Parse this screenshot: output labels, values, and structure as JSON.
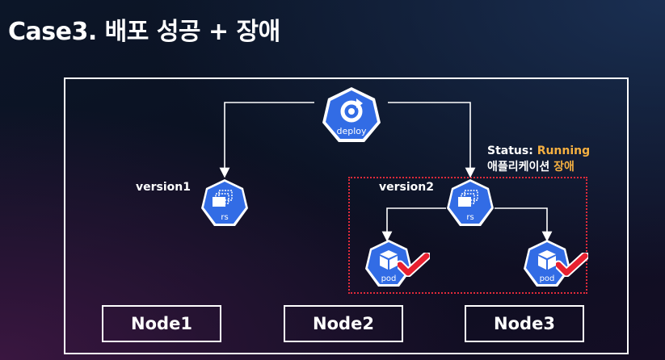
{
  "title": "Case3. 배포 성공 + 장애",
  "deploy": {
    "label": "deploy"
  },
  "rs_left": {
    "label": "rs",
    "version": "version1"
  },
  "rs_right": {
    "label": "rs",
    "version": "version2"
  },
  "pods": [
    {
      "label": "pod"
    },
    {
      "label": "pod"
    }
  ],
  "status": {
    "prefix": "Status: ",
    "value": "Running",
    "app_text": "애플리케이션 ",
    "app_state": "장애"
  },
  "nodes": [
    "Node1",
    "Node2",
    "Node3"
  ],
  "colors": {
    "k8s_blue": "#326ce5",
    "check_red": "#e8202f",
    "status_orange": "#f5b041",
    "fault_border": "#e02a3a"
  },
  "icons": [
    "deploy-icon",
    "replicaset-icon",
    "pod-icon",
    "checkmark-icon"
  ]
}
